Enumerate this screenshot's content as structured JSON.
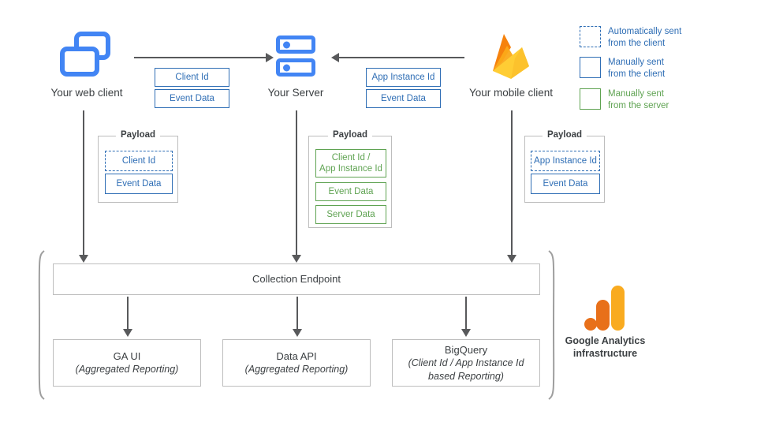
{
  "nodes": {
    "web_client": {
      "label": "Your web client",
      "icon": "browser-windows-icon"
    },
    "server": {
      "label": "Your Server",
      "icon": "server-stack-icon"
    },
    "mobile_client": {
      "label": "Your mobile client",
      "icon": "firebase-flame-icon"
    }
  },
  "transfers": {
    "web_to_server": [
      {
        "label": "Client Id",
        "style": "blue"
      },
      {
        "label": "Event Data",
        "style": "blue"
      }
    ],
    "mobile_to_server": [
      {
        "label": "App Instance Id",
        "style": "blue"
      },
      {
        "label": "Event Data",
        "style": "blue"
      }
    ]
  },
  "payloads": {
    "title": "Payload",
    "web": [
      {
        "label": "Client Id",
        "style": "blue-dash"
      },
      {
        "label": "Event Data",
        "style": "blue"
      }
    ],
    "server": [
      {
        "label": "Client Id /\nApp Instance Id",
        "style": "green"
      },
      {
        "label": "Event Data",
        "style": "green"
      },
      {
        "label": "Server Data",
        "style": "green"
      }
    ],
    "mobile": [
      {
        "label": "App Instance Id",
        "style": "blue-dash"
      },
      {
        "label": "Event Data",
        "style": "blue"
      }
    ]
  },
  "infrastructure": {
    "collection_endpoint": "Collection Endpoint",
    "outputs": [
      {
        "title": "GA UI",
        "sub": "(Aggregated Reporting)"
      },
      {
        "title": "Data API",
        "sub": "(Aggregated Reporting)"
      },
      {
        "title": "BigQuery",
        "sub": "(Client Id / App Instance Id\nbased Reporting)"
      }
    ],
    "caption": "Google Analytics\ninfrastructure",
    "logo": "google-analytics-logo"
  },
  "legend": [
    {
      "style": "blue-dash",
      "text": "Automatically sent\nfrom the client",
      "color_class": "blue"
    },
    {
      "style": "blue",
      "text": "Manually sent\nfrom the client",
      "color_class": "blue"
    },
    {
      "style": "green",
      "text": "Manually sent\nfrom the server",
      "color_class": "green"
    }
  ],
  "colors": {
    "blue_client": "#2F6EB5",
    "green_server": "#5FA352",
    "icon_blue": "#4285F4",
    "arrow_gray": "#58595b",
    "ga_orange": "#E8701A",
    "ga_yellow": "#F9AB20"
  }
}
